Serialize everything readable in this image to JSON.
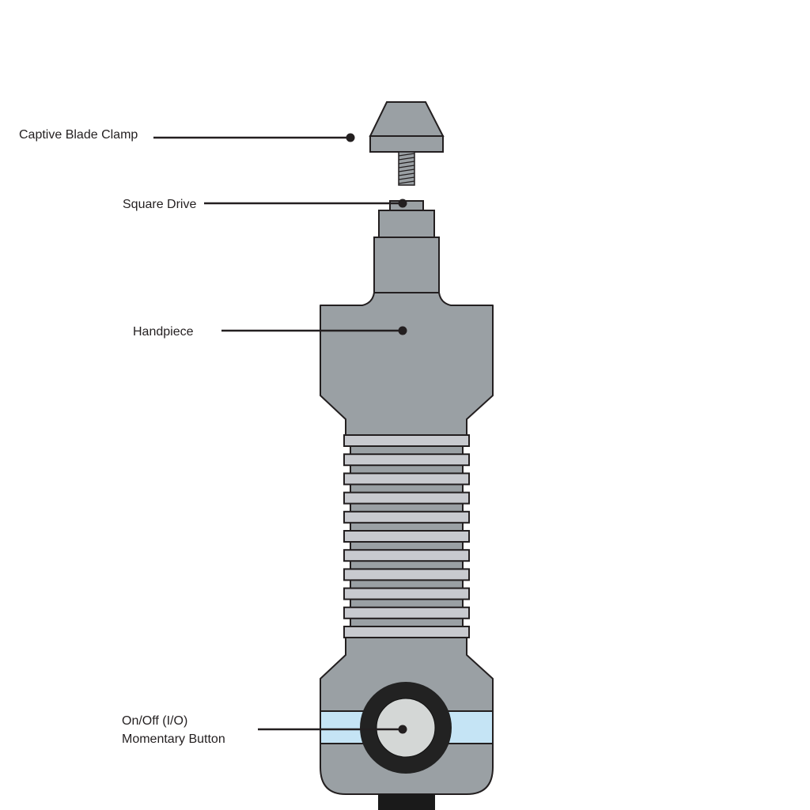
{
  "diagram": {
    "labels": {
      "blade_clamp": "Captive Blade Clamp",
      "square_drive": "Square Drive",
      "handpiece": "Handpiece",
      "button_line1": "On/Off (I/O)",
      "button_line2": "Momentary Button"
    },
    "grip_ring_count": 11,
    "colors": {
      "body": "#9aa0a4",
      "outline": "#231f20",
      "grip_ring": "#c8cacf",
      "button_band": "#c5e4f5",
      "button_bezel": "#222222",
      "button_face": "#d4d7d6",
      "cable": "#1a1a1a"
    },
    "icons": [
      "blade-clamp-icon",
      "square-drive-icon",
      "handpiece-body-icon",
      "button-icon",
      "cable-icon"
    ]
  }
}
